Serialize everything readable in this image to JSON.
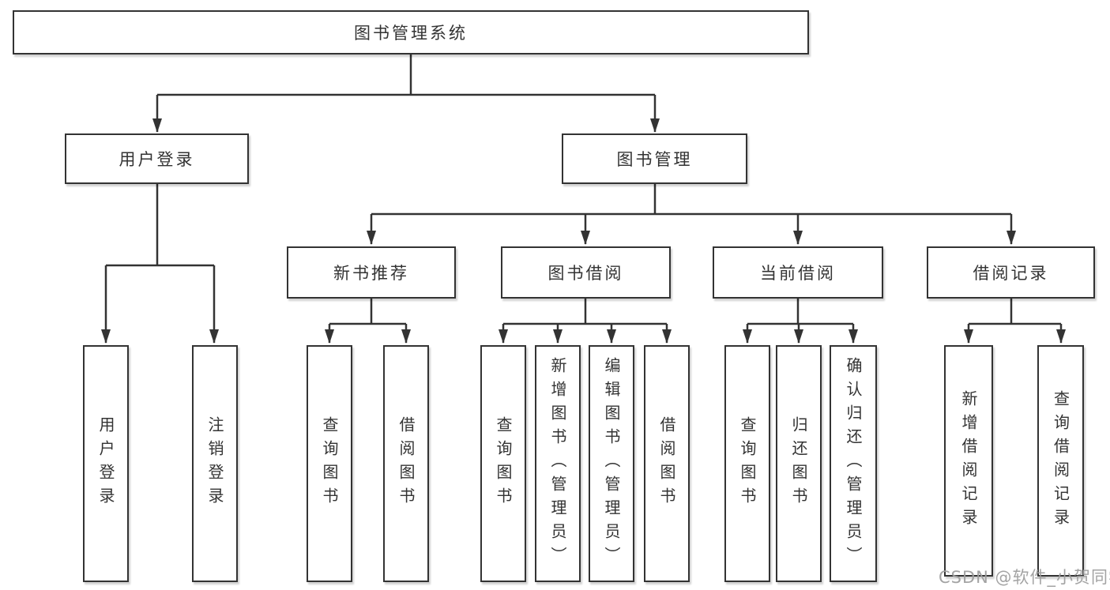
{
  "diagram": {
    "nodes": {
      "root": "图书管理系统",
      "level2": [
        "用户登录",
        "图书管理"
      ],
      "level3": [
        "新书推荐",
        "图书借阅",
        "当前借阅",
        "借阅记录"
      ],
      "leaves_user_login": [
        "用户登录",
        "注销登录"
      ],
      "leaves_new_book": [
        "查询图书",
        "借阅图书"
      ],
      "leaves_book_borrow": [
        "查询图书",
        "新增图书（管理员）",
        "编辑图书（管理员）",
        "借阅图书"
      ],
      "leaves_current_borrow": [
        "查询图书",
        "归还图书",
        "确认归还（管理员）"
      ],
      "leaves_borrow_record": [
        "新增借阅记录",
        "查询借阅记录"
      ]
    },
    "colors": {
      "line": "#333333",
      "box_border": "#333333",
      "box_fill": "#ffffff",
      "text": "#333333",
      "watermark": "#9e9e9e"
    }
  },
  "watermark": "CSDN @软件_小贺同学"
}
